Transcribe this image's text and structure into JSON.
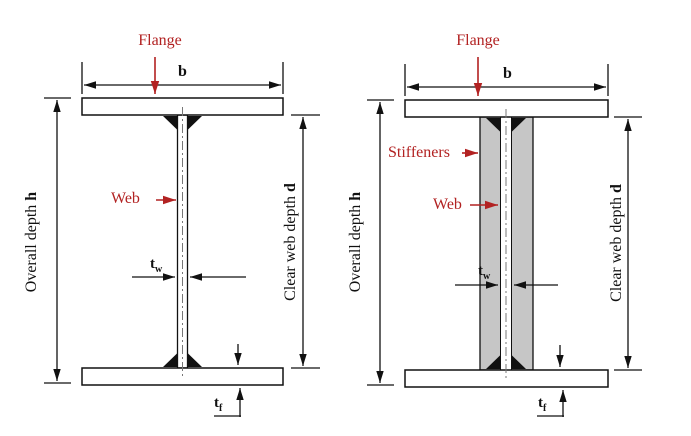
{
  "colors": {
    "label_red": "#b22222",
    "line_black": "#111111",
    "stiffener_gray": "#c6c6c6",
    "background": "#ffffff"
  },
  "left_diagram": {
    "flange_label": "Flange",
    "web_label": "Web",
    "width_label": "b",
    "web_thickness_base": "t",
    "web_thickness_sub": "w",
    "flange_thickness_base": "t",
    "flange_thickness_sub": "f",
    "overall_depth_text": "Overall depth",
    "overall_depth_symbol": "h",
    "clear_web_depth_text": "Clear web depth",
    "clear_web_depth_symbol": "d"
  },
  "right_diagram": {
    "flange_label": "Flange",
    "stiffeners_label": "Stiffeners",
    "web_label": "Web",
    "width_label": "b",
    "web_thickness_base": "t",
    "web_thickness_sub": "w",
    "flange_thickness_base": "t",
    "flange_thickness_sub": "f",
    "overall_depth_text": "Overall depth",
    "overall_depth_symbol": "h",
    "clear_web_depth_text": "Clear web depth",
    "clear_web_depth_symbol": "d"
  }
}
